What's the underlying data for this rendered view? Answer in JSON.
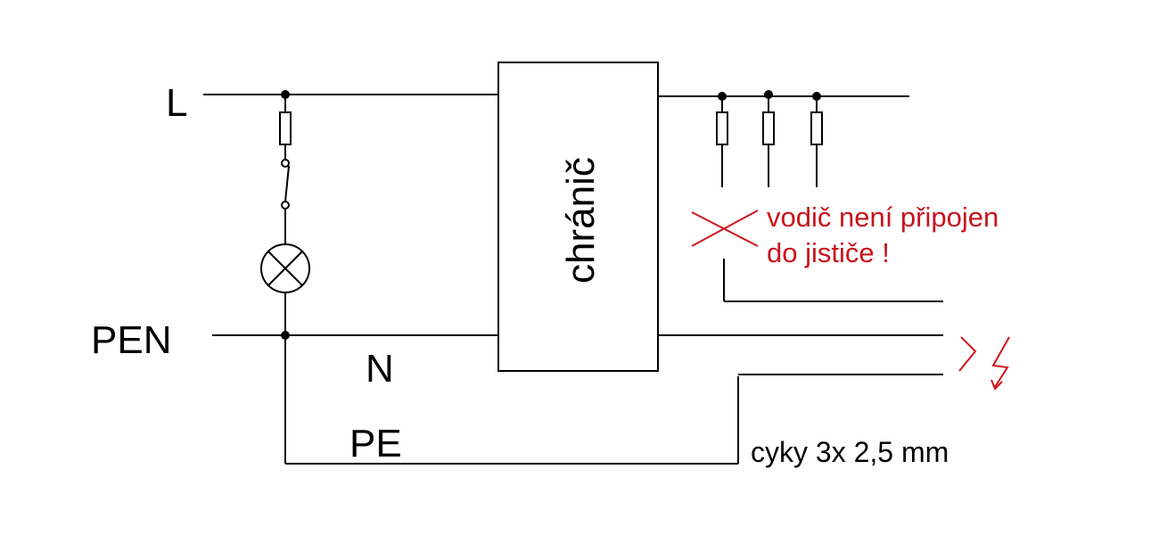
{
  "labels": {
    "line": "L",
    "pen": "PEN",
    "neutral": "N",
    "pe": "PE",
    "rcd": "chránič",
    "warning_line1": "vodič není připojen",
    "warning_line2": "do jističe !",
    "cable": "cyky 3x 2,5 mm"
  },
  "colors": {
    "wire": "#000000",
    "warning": "#c8141e"
  },
  "icons": {
    "lamp": "lamp-cross-icon",
    "fault": "lightning-icon",
    "disconnect": "cross-mark-icon"
  }
}
